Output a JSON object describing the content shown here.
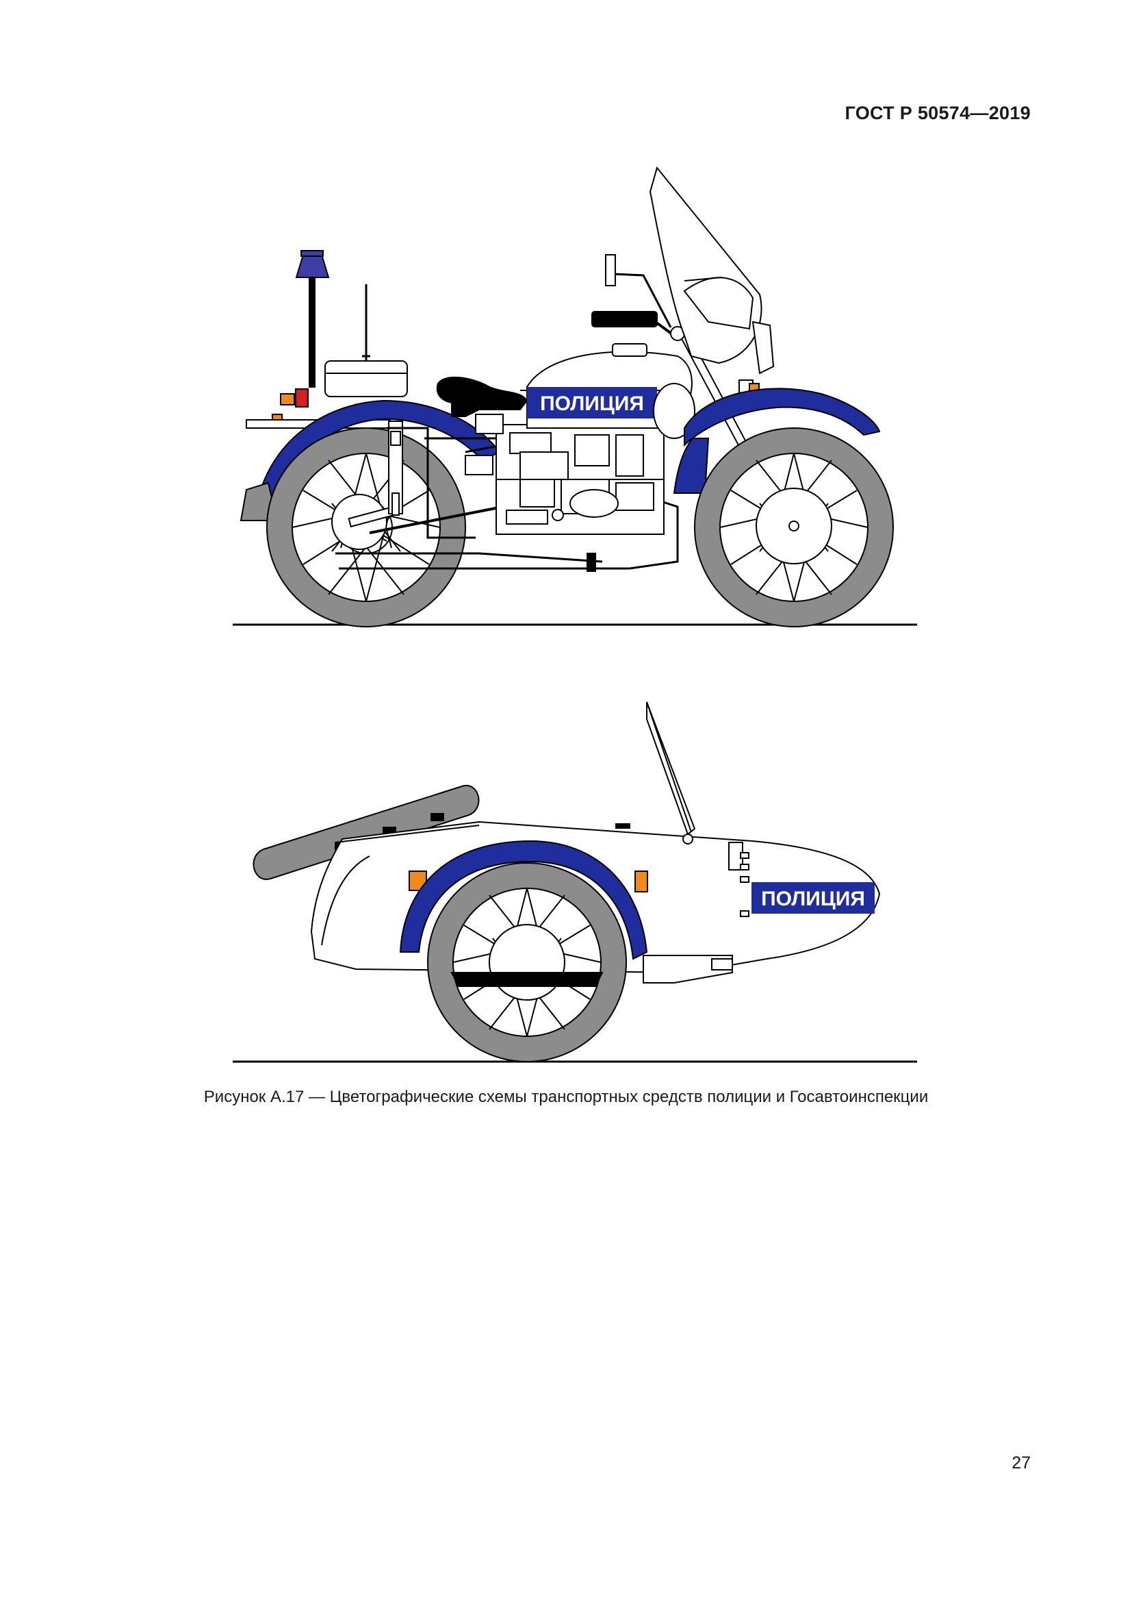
{
  "header": {
    "doc_code": "ГОСТ Р 50574—2019"
  },
  "figure": {
    "motorcycle_label": "ПОЛИЦИЯ",
    "sidecar_label": "ПОЛИЦИЯ",
    "colors": {
      "police_blue": "#1f2e9c",
      "beacon_blue": "#3d3ea8",
      "tyre_grey": "#8c8c8c",
      "amber": "#f08a1a",
      "red": "#d62020",
      "outline": "#000000"
    }
  },
  "caption": {
    "text": "Рисунок А.17 — Цветографические схемы транспортных средств полиции и Госавтоинспекции"
  },
  "footer": {
    "page_number": "27"
  }
}
